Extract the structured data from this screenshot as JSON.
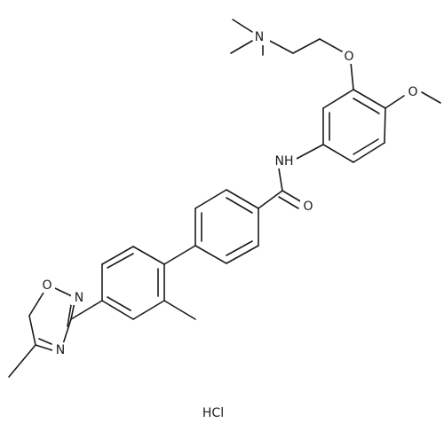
{
  "atoms": {
    "amine_n": "N",
    "ether_o": "O",
    "methoxy_o": "O",
    "amide_nh": "NH",
    "carbonyl_o": "O",
    "oxadiazole_o": "O",
    "oxadiazole_n_top": "N",
    "oxadiazole_n_bottom": "N"
  },
  "salt": "HCl",
  "colors": {
    "bond": "#1a1a1a",
    "label": "#1a1a1a",
    "background": "#ffffff"
  }
}
